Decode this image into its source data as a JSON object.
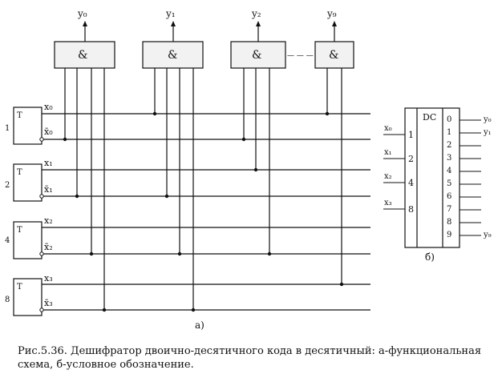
{
  "scheme_a": {
    "outputs": [
      "y₀",
      "y₁",
      "y₂",
      "y₉"
    ],
    "gate_symbol": "&",
    "ellipsis": "— — —",
    "triggers": [
      {
        "weight": "1",
        "type": "T",
        "q": "x₀",
        "nq": "x̄₀"
      },
      {
        "weight": "2",
        "type": "T",
        "q": "x₁",
        "nq": "x̄₁"
      },
      {
        "weight": "4",
        "type": "T",
        "q": "x₂",
        "nq": "x̄₂"
      },
      {
        "weight": "8",
        "type": "T",
        "q": "x₃",
        "nq": "x̄₃"
      }
    ],
    "label": "а)"
  },
  "scheme_b": {
    "title": "DC",
    "inputs": [
      {
        "name": "x₀",
        "weight": "1"
      },
      {
        "name": "x₁",
        "weight": "2"
      },
      {
        "name": "x₂",
        "weight": "4"
      },
      {
        "name": "x₃",
        "weight": "8"
      }
    ],
    "outputs": [
      "0",
      "1",
      "2",
      "3",
      "4",
      "5",
      "6",
      "7",
      "8",
      "9"
    ],
    "output_labels": {
      "o0": "y₀",
      "o1": "y₁",
      "o9": "y₉"
    },
    "label": "б)"
  },
  "caption": "Рис.5.36. Дешифратор двоично-десятичного кода в десятичный: а-функциональная схема, б-условное обозначение."
}
